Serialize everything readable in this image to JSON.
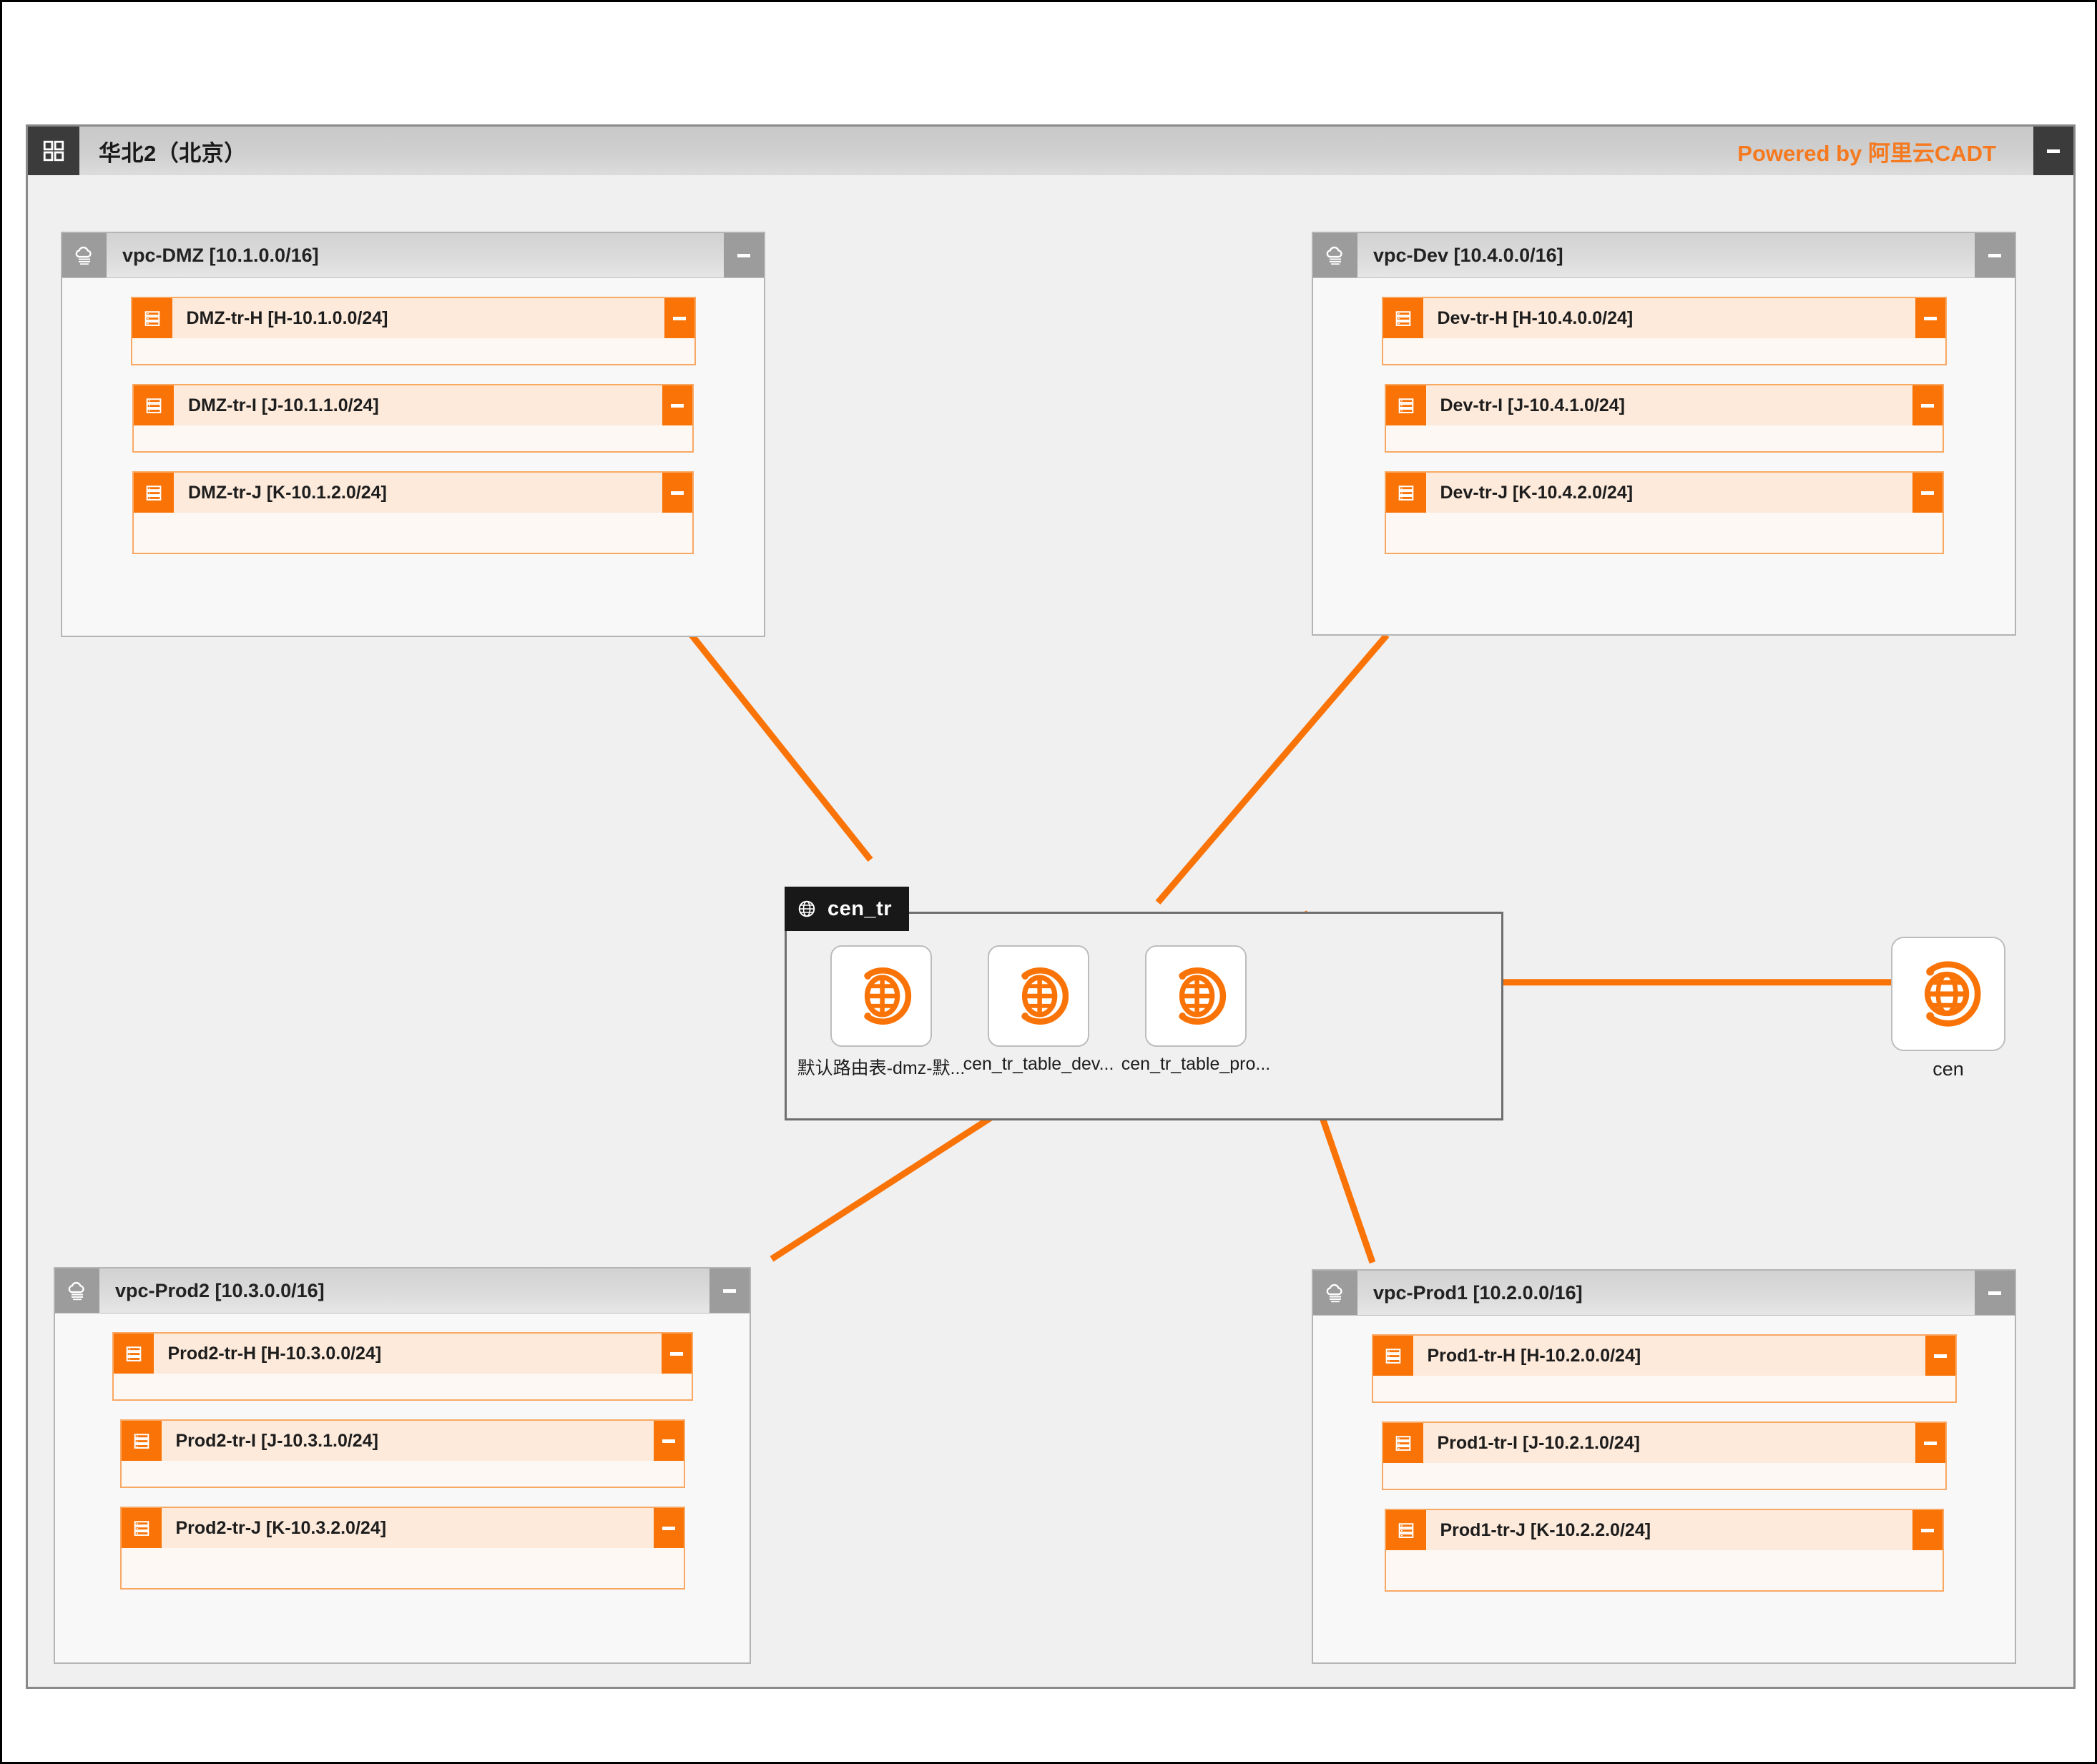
{
  "region": {
    "icon": "grid-icon",
    "title": "华北2（北京）",
    "powered_by": "Powered by 阿里云CADT",
    "collapse_label": "-"
  },
  "accent_color": "#f97307",
  "vpcs": [
    {
      "id": "vpc-dmz",
      "icon": "vpc-cloud-icon",
      "title": "vpc-DMZ [10.1.0.0/16]",
      "collapse_label": "-",
      "vswitches": [
        {
          "id": "dmz-tr-h",
          "icon": "vswitch-icon",
          "title": "DMZ-tr-H [H-10.1.0.0/24]",
          "collapse_label": "-"
        },
        {
          "id": "dmz-tr-i",
          "icon": "vswitch-icon",
          "title": "DMZ-tr-I [J-10.1.1.0/24]",
          "collapse_label": "-"
        },
        {
          "id": "dmz-tr-j",
          "icon": "vswitch-icon",
          "title": "DMZ-tr-J [K-10.1.2.0/24]",
          "collapse_label": "-"
        }
      ]
    },
    {
      "id": "vpc-dev",
      "icon": "vpc-cloud-icon",
      "title": "vpc-Dev [10.4.0.0/16]",
      "collapse_label": "-",
      "vswitches": [
        {
          "id": "dev-tr-h",
          "icon": "vswitch-icon",
          "title": "Dev-tr-H [H-10.4.0.0/24]",
          "collapse_label": "-"
        },
        {
          "id": "dev-tr-i",
          "icon": "vswitch-icon",
          "title": "Dev-tr-I [J-10.4.1.0/24]",
          "collapse_label": "-"
        },
        {
          "id": "dev-tr-j",
          "icon": "vswitch-icon",
          "title": "Dev-tr-J [K-10.4.2.0/24]",
          "collapse_label": "-"
        }
      ]
    },
    {
      "id": "vpc-prod2",
      "icon": "vpc-cloud-icon",
      "title": "vpc-Prod2 [10.3.0.0/16]",
      "collapse_label": "-",
      "vswitches": [
        {
          "id": "prod2-tr-h",
          "icon": "vswitch-icon",
          "title": "Prod2-tr-H [H-10.3.0.0/24]",
          "collapse_label": "-"
        },
        {
          "id": "prod2-tr-i",
          "icon": "vswitch-icon",
          "title": "Prod2-tr-I [J-10.3.1.0/24]",
          "collapse_label": "-"
        },
        {
          "id": "prod2-tr-j",
          "icon": "vswitch-icon",
          "title": "Prod2-tr-J [K-10.3.2.0/24]",
          "collapse_label": "-"
        }
      ]
    },
    {
      "id": "vpc-prod1",
      "icon": "vpc-cloud-icon",
      "title": "vpc-Prod1 [10.2.0.0/16]",
      "collapse_label": "-",
      "vswitches": [
        {
          "id": "prod1-tr-h",
          "icon": "vswitch-icon",
          "title": "Prod1-tr-H [H-10.2.0.0/24]",
          "collapse_label": "-"
        },
        {
          "id": "prod1-tr-i",
          "icon": "vswitch-icon",
          "title": "Prod1-tr-I [J-10.2.1.0/24]",
          "collapse_label": "-"
        },
        {
          "id": "prod1-tr-j",
          "icon": "vswitch-icon",
          "title": "Prod1-tr-J [K-10.2.2.0/24]",
          "collapse_label": "-"
        }
      ]
    }
  ],
  "cen_tr": {
    "icon": "globe-icon",
    "title": "cen_tr",
    "route_tables": [
      {
        "id": "rt-dmz",
        "icon": "cen-globe-icon",
        "label": "默认路由表-dmz-默..."
      },
      {
        "id": "rt-dev",
        "icon": "cen-globe-icon",
        "label": "cen_tr_table_dev..."
      },
      {
        "id": "rt-prod",
        "icon": "cen-globe-icon",
        "label": "cen_tr_table_pro..."
      }
    ]
  },
  "cen": {
    "icon": "cen-globe-icon",
    "label": "cen"
  }
}
